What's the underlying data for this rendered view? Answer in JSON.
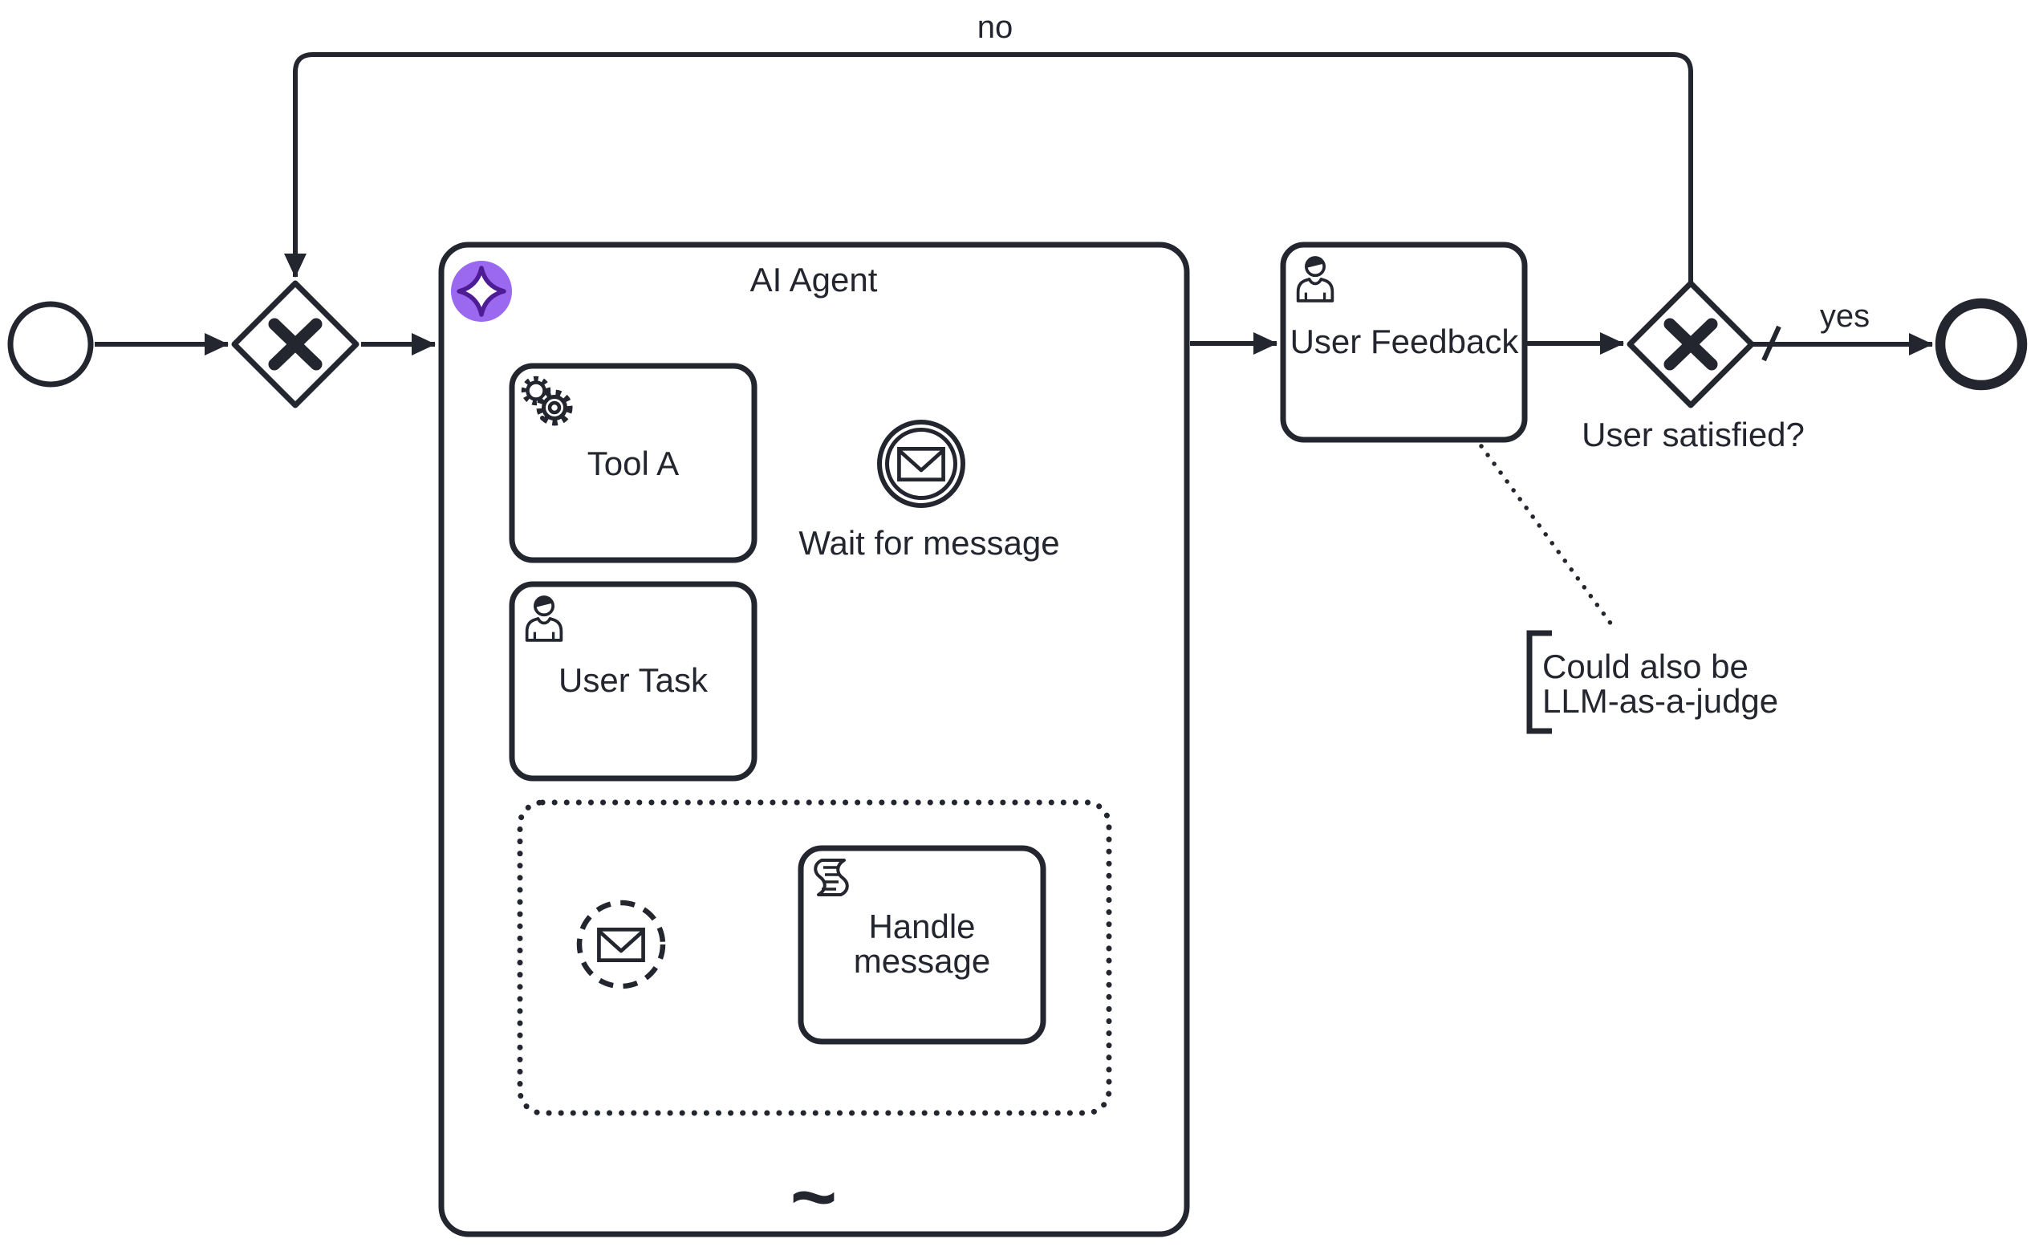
{
  "colors": {
    "ink": "#23262e",
    "background": "#ffffff",
    "ai_badge_fill": "#9b68f0",
    "ai_badge_star_stroke": "#4e1d96"
  },
  "process": {
    "start_event": {
      "type": "start-event"
    },
    "loop_gateway": {
      "type": "exclusive-gateway",
      "marker": "X"
    },
    "ai_agent": {
      "label": "AI Agent",
      "badge_icon": "ai-sparkle",
      "adhoc_marker": "~",
      "tool_a": {
        "label": "Tool A",
        "icon": "service-gears"
      },
      "wait_for_message": {
        "label": "Wait for message",
        "icon": "message-envelope"
      },
      "user_task": {
        "label": "User Task",
        "icon": "person"
      },
      "event_subprocess": {
        "message_start": {
          "icon": "message-envelope",
          "style": "dashed-non-interrupting"
        },
        "handle_message": {
          "label_lines": [
            "Handle",
            "message"
          ],
          "icon": "script"
        }
      }
    },
    "user_feedback": {
      "label": "User Feedback",
      "icon": "person"
    },
    "decision_gateway": {
      "type": "exclusive-gateway",
      "marker": "X",
      "question": "User satisfied?"
    },
    "end_event": {
      "type": "end-event"
    },
    "flow_labels": {
      "no": "no",
      "yes": "yes"
    },
    "annotation": {
      "lines": [
        "Could also be",
        "LLM-as-a-judge"
      ]
    }
  }
}
